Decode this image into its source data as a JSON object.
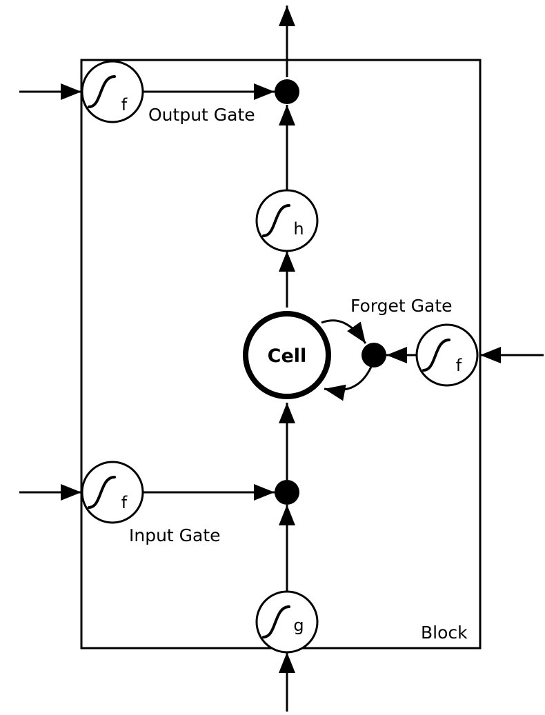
{
  "labels": {
    "output_gate": "Output Gate",
    "forget_gate": "Forget Gate",
    "input_gate": "Input Gate",
    "block": "Block",
    "cell": "Cell"
  },
  "units": {
    "output_gate_unit": {
      "subscript": "f"
    },
    "h_unit": {
      "subscript": "h"
    },
    "forget_gate_unit": {
      "subscript": "f"
    },
    "input_gate_unit": {
      "subscript": "f"
    },
    "g_unit": {
      "subscript": "g"
    }
  },
  "colors": {
    "stroke": "#000000",
    "background": "#ffffff"
  }
}
